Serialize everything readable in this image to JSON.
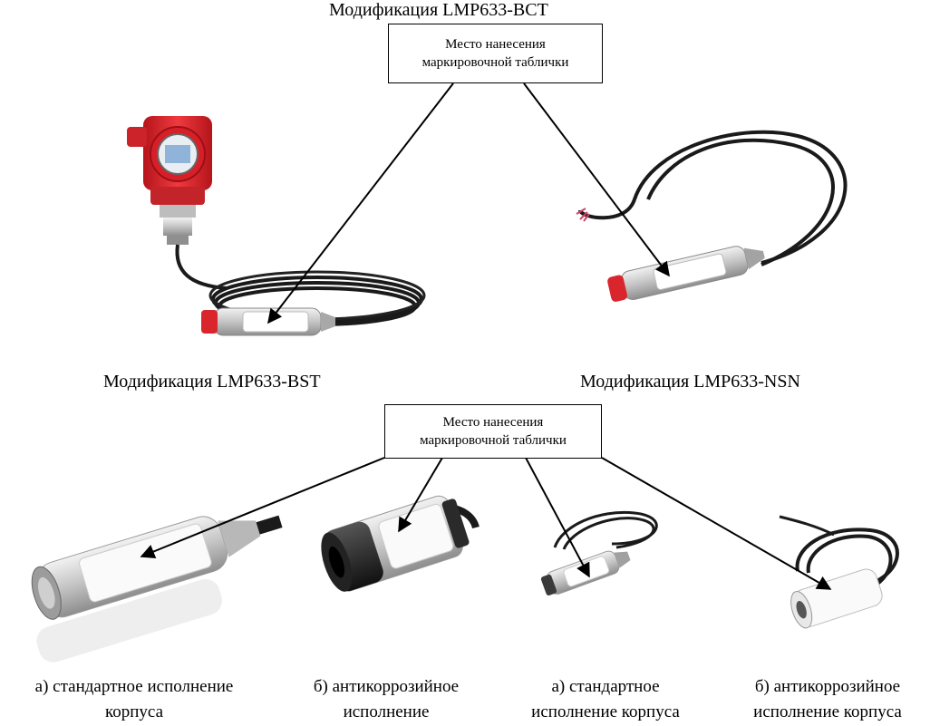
{
  "top": {
    "title": "Модификация LMP633-BCT",
    "callout": [
      "Место нанесения",
      "маркировочной таблички"
    ]
  },
  "middle": {
    "title_left": "Модификация LMP633-BST",
    "title_right": "Модификация LMP633-NSN",
    "callout": [
      "Место нанесения",
      "маркировочной таблички"
    ]
  },
  "captions": [
    [
      "а) стандартное исполнение",
      "корпуса"
    ],
    [
      "б) антикоррозийное",
      "исполнение"
    ],
    [
      "а) стандартное",
      "исполнение корпуса"
    ],
    [
      "б) антикоррозийное",
      "исполнение корпуса"
    ]
  ],
  "colors": {
    "housing_red": "#e0282e",
    "cable_black": "#1a1a1a",
    "steel": "#c9c9c9",
    "label_white": "#ffffff"
  }
}
